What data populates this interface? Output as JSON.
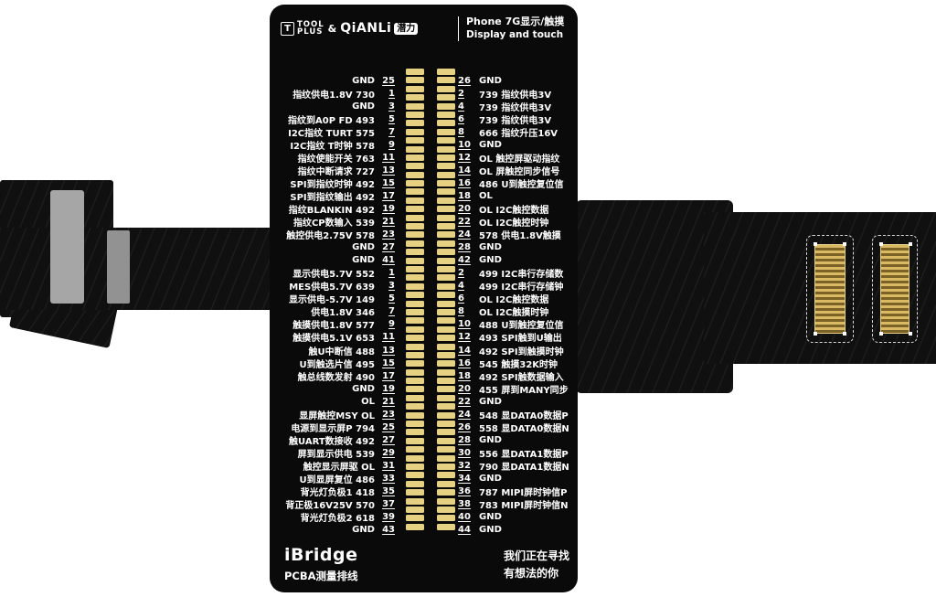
{
  "header": {
    "brand_t_icon": "T",
    "brand_tool": "TOOL",
    "brand_plus": "PLUS",
    "brand_amp": "&",
    "brand_qianli": "QiANLi",
    "brand_qianli_cn": "潜力",
    "title_cn": "Phone 7G显示/触摸",
    "title_en": "Display and touch"
  },
  "footer": {
    "logo": "iBridge",
    "subtitle": "PCBA测量排线",
    "slogan_line1": "我们正在寻找",
    "slogan_line2": "有想法的你"
  },
  "colors": {
    "board": "#0a0a0a",
    "flex_cable": "#101010",
    "pad_gold": "#e6d182",
    "text": "#ffffff"
  },
  "pads": {
    "per_column": 54,
    "columns": 2
  },
  "pin_rows": [
    {
      "l": "GND",
      "lp": "25",
      "rp": "26",
      "r": "GND"
    },
    {
      "l": "指纹供电1.8V 730",
      "lp": "1",
      "rp": "2",
      "r": "739 指纹供电3V"
    },
    {
      "l": "GND",
      "lp": "3",
      "rp": "4",
      "r": "739 指纹供电3V"
    },
    {
      "l": "指纹到A0P FD 493",
      "lp": "5",
      "rp": "6",
      "r": "739 指纹供电3V"
    },
    {
      "l": "I2C指纹 TURT 575",
      "lp": "7",
      "rp": "8",
      "r": "666 指纹升压16V"
    },
    {
      "l": "I2C指纹 T时钟 578",
      "lp": "9",
      "rp": "10",
      "r": "GND"
    },
    {
      "l": "指纹使能开关 763",
      "lp": "11",
      "rp": "12",
      "r": "OL 触控屏驱动指纹"
    },
    {
      "l": "指纹中断请求 727",
      "lp": "13",
      "rp": "14",
      "r": "OL 屏触控同步信号"
    },
    {
      "l": "SPI到指纹时钟 492",
      "lp": "15",
      "rp": "16",
      "r": "486 U到触控复位信"
    },
    {
      "l": "SPI到指纹输出 492",
      "lp": "17",
      "rp": "18",
      "r": "OL"
    },
    {
      "l": "指纹BLANKIN 492",
      "lp": "19",
      "rp": "20",
      "r": "OL I2C触控数据"
    },
    {
      "l": "指纹CP数输入 539",
      "lp": "21",
      "rp": "22",
      "r": "OL I2C触控时钟"
    },
    {
      "l": "触控供电2.75V 578",
      "lp": "23",
      "rp": "24",
      "r": "578 供电1.8V触摸"
    },
    {
      "l": "GND",
      "lp": "27",
      "rp": "28",
      "r": "GND"
    },
    {
      "l": "GND",
      "lp": "41",
      "rp": "42",
      "r": "GND"
    },
    {
      "l": "显示供电5.7V 552",
      "lp": "1",
      "rp": "2",
      "r": "499 I2C串行存储数"
    },
    {
      "l": "MES供电5.7V 639",
      "lp": "3",
      "rp": "4",
      "r": "499 I2C串行存储钟"
    },
    {
      "l": "显示供电-5.7V 149",
      "lp": "5",
      "rp": "6",
      "r": "OL I2C触控数据"
    },
    {
      "l": "供电1.8V 346",
      "lp": "7",
      "rp": "8",
      "r": "OL I2C触摸时钟"
    },
    {
      "l": "触摸供电1.8V 577",
      "lp": "9",
      "rp": "10",
      "r": "488 U到触控复位信"
    },
    {
      "l": "触摸供电5.1V 653",
      "lp": "11",
      "rp": "12",
      "r": "493 SPI触到U输出"
    },
    {
      "l": "触U中断信 488",
      "lp": "13",
      "rp": "14",
      "r": "492 SPI到触摸时钟"
    },
    {
      "l": "U到触选片信 495",
      "lp": "15",
      "rp": "16",
      "r": "545 触摸32K时钟"
    },
    {
      "l": "触总线数发射 490",
      "lp": "17",
      "rp": "18",
      "r": "492 SPI触数据输入"
    },
    {
      "l": "GND",
      "lp": "19",
      "rp": "20",
      "r": "455 屏到MANY同步"
    },
    {
      "l": "OL",
      "lp": "21",
      "rp": "22",
      "r": "GND"
    },
    {
      "l": "显屏触控MSY OL",
      "lp": "23",
      "rp": "24",
      "r": "548 显DATA0数据P"
    },
    {
      "l": "电源到显示屏P 794",
      "lp": "25",
      "rp": "26",
      "r": "558 显DATA0数据N"
    },
    {
      "l": "触UART数接收 492",
      "lp": "27",
      "rp": "28",
      "r": "GND"
    },
    {
      "l": "屏到显示供电 539",
      "lp": "29",
      "rp": "30",
      "r": "556 显DATA1数据P"
    },
    {
      "l": "触控显示屏驱 OL",
      "lp": "31",
      "rp": "32",
      "r": "790 显DATA1数据N"
    },
    {
      "l": "U到显屏复位 486",
      "lp": "33",
      "rp": "34",
      "r": "GND"
    },
    {
      "l": "背光灯负极1 418",
      "lp": "35",
      "rp": "36",
      "r": "787 MIPI屏时钟信P"
    },
    {
      "l": "背正极16V25V 570",
      "lp": "37",
      "rp": "38",
      "r": "783 MIPI屏时钟信N"
    },
    {
      "l": "背光灯负极2 618",
      "lp": "39",
      "rp": "40",
      "r": "GND"
    },
    {
      "l": "GND",
      "lp": "43",
      "rp": "44",
      "r": "GND"
    }
  ]
}
